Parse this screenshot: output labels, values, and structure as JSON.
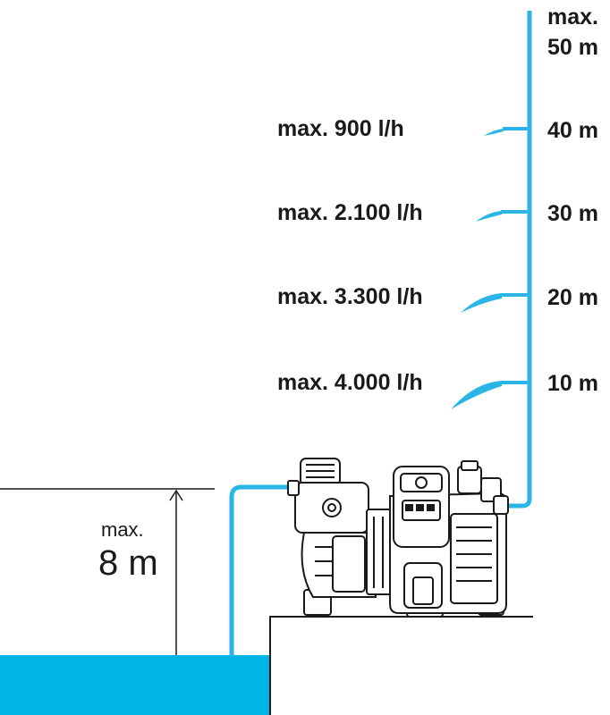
{
  "diagram": {
    "colors": {
      "water": "#00B4E6",
      "pipe": "#29B6E6",
      "line": "#1a1a1a",
      "background": "#ffffff"
    },
    "height_labels": {
      "max_prefix": "max.",
      "max_value": "50 m",
      "h40": "40 m",
      "h30": "30 m",
      "h20": "20 m",
      "h10": "10 m"
    },
    "flow_labels": {
      "f40": "max. 900 l/h",
      "f30": "max. 2.100 l/h",
      "f20": "max. 3.300 l/h",
      "f10": "max. 4.000 l/h"
    },
    "suction": {
      "prefix": "max.",
      "value": "8 m"
    },
    "pump": {
      "icon": "garden-pump-icon"
    }
  }
}
